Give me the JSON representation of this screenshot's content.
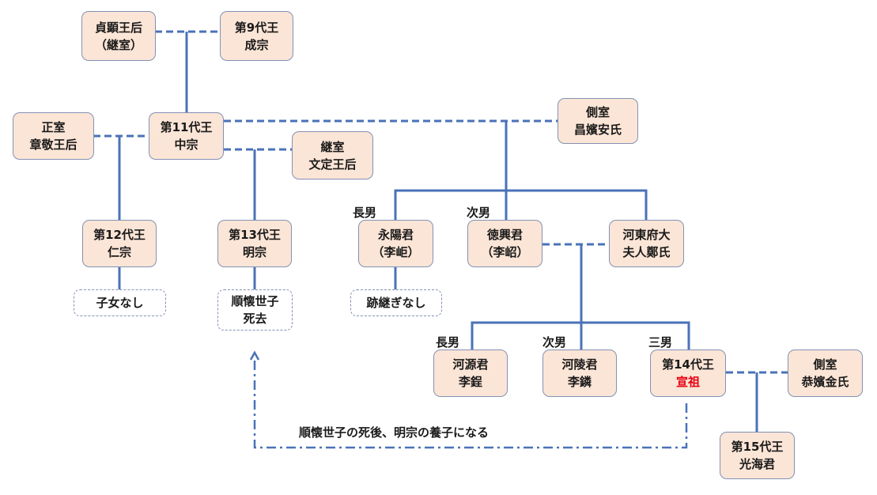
{
  "colors": {
    "box_fill": "#fbe5d6",
    "box_border": "#8391b5",
    "line": "#4a72b8",
    "highlight": "#e60012"
  },
  "people": {
    "teikenoogo": {
      "line1": "貞顕王后",
      "line2": "（継室）"
    },
    "seisou": {
      "line1": "第9代王",
      "line2": "成宗"
    },
    "seishitsu_shoukei": {
      "line1": "正室",
      "line2": "章敬王后"
    },
    "chuusou": {
      "line1": "第11代王",
      "line2": "中宗"
    },
    "keishitsu_buntei": {
      "line1": "継室",
      "line2": "文定王后"
    },
    "sokushitsu_an": {
      "line1": "側室",
      "line2": "昌嬪安氏"
    },
    "jinsou": {
      "line1": "第12代王",
      "line2": "仁宗"
    },
    "meisou": {
      "line1": "第13代王",
      "line2": "明宗"
    },
    "eiyoukun": {
      "line1": "永陽君",
      "line2": "（李岠）"
    },
    "tokukoukun": {
      "line1": "徳興君",
      "line2": "（李岹）"
    },
    "katoufu": {
      "line1": "河東府大",
      "line2": "夫人鄭氏"
    },
    "kagenkun": {
      "line1": "河源君",
      "line2": "李鋥"
    },
    "karyoukun": {
      "line1": "河陵君",
      "line2": "李鏻"
    },
    "sennso": {
      "line1": "第14代王",
      "line2": "宣祖"
    },
    "sokushitsu_kin": {
      "line1": "側室",
      "line2": "恭嬪金氏"
    },
    "koukaikun": {
      "line1": "第15代王",
      "line2": "光海君"
    }
  },
  "notes": {
    "no_children": "子女なし",
    "junkai_line1": "順懐世子",
    "junkai_line2": "死去",
    "no_heir": "跡継ぎなし"
  },
  "birth_order": {
    "eiyoukun": "長男",
    "tokukoukun": "次男",
    "kagenkun": "長男",
    "karyoukun": "次男",
    "sennso": "三男"
  },
  "caption": "順懐世子の死後、明宗の養子になる"
}
